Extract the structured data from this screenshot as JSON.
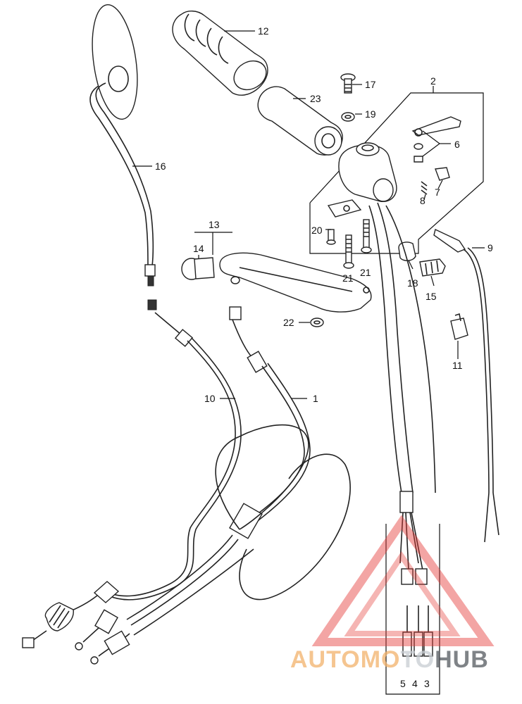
{
  "callouts": [
    {
      "id": "c1",
      "text": "1"
    },
    {
      "id": "c2",
      "text": "2"
    },
    {
      "id": "c3",
      "text": "3"
    },
    {
      "id": "c4",
      "text": "4"
    },
    {
      "id": "c5",
      "text": "5"
    },
    {
      "id": "c6",
      "text": "6"
    },
    {
      "id": "c7",
      "text": "7"
    },
    {
      "id": "c8",
      "text": "8"
    },
    {
      "id": "c9",
      "text": "9"
    },
    {
      "id": "c10",
      "text": "10"
    },
    {
      "id": "c11",
      "text": "11"
    },
    {
      "id": "c12",
      "text": "12"
    },
    {
      "id": "c13",
      "text": "13"
    },
    {
      "id": "c14",
      "text": "14"
    },
    {
      "id": "c15",
      "text": "15"
    },
    {
      "id": "c16",
      "text": "16"
    },
    {
      "id": "c17",
      "text": "17"
    },
    {
      "id": "c18",
      "text": "18"
    },
    {
      "id": "c19",
      "text": "19"
    },
    {
      "id": "c20",
      "text": "20"
    },
    {
      "id": "c21a",
      "text": "21"
    },
    {
      "id": "c21b",
      "text": "21"
    },
    {
      "id": "c22",
      "text": "22"
    },
    {
      "id": "c23",
      "text": "23"
    }
  ],
  "watermark": {
    "part1": "AUTOMO",
    "part2": "TO",
    "part3": "HUB",
    "colors": {
      "orange": "#f2b26b",
      "gray": "#9aa0a6",
      "dark": "#555a60",
      "triangle": "#e53935"
    }
  }
}
